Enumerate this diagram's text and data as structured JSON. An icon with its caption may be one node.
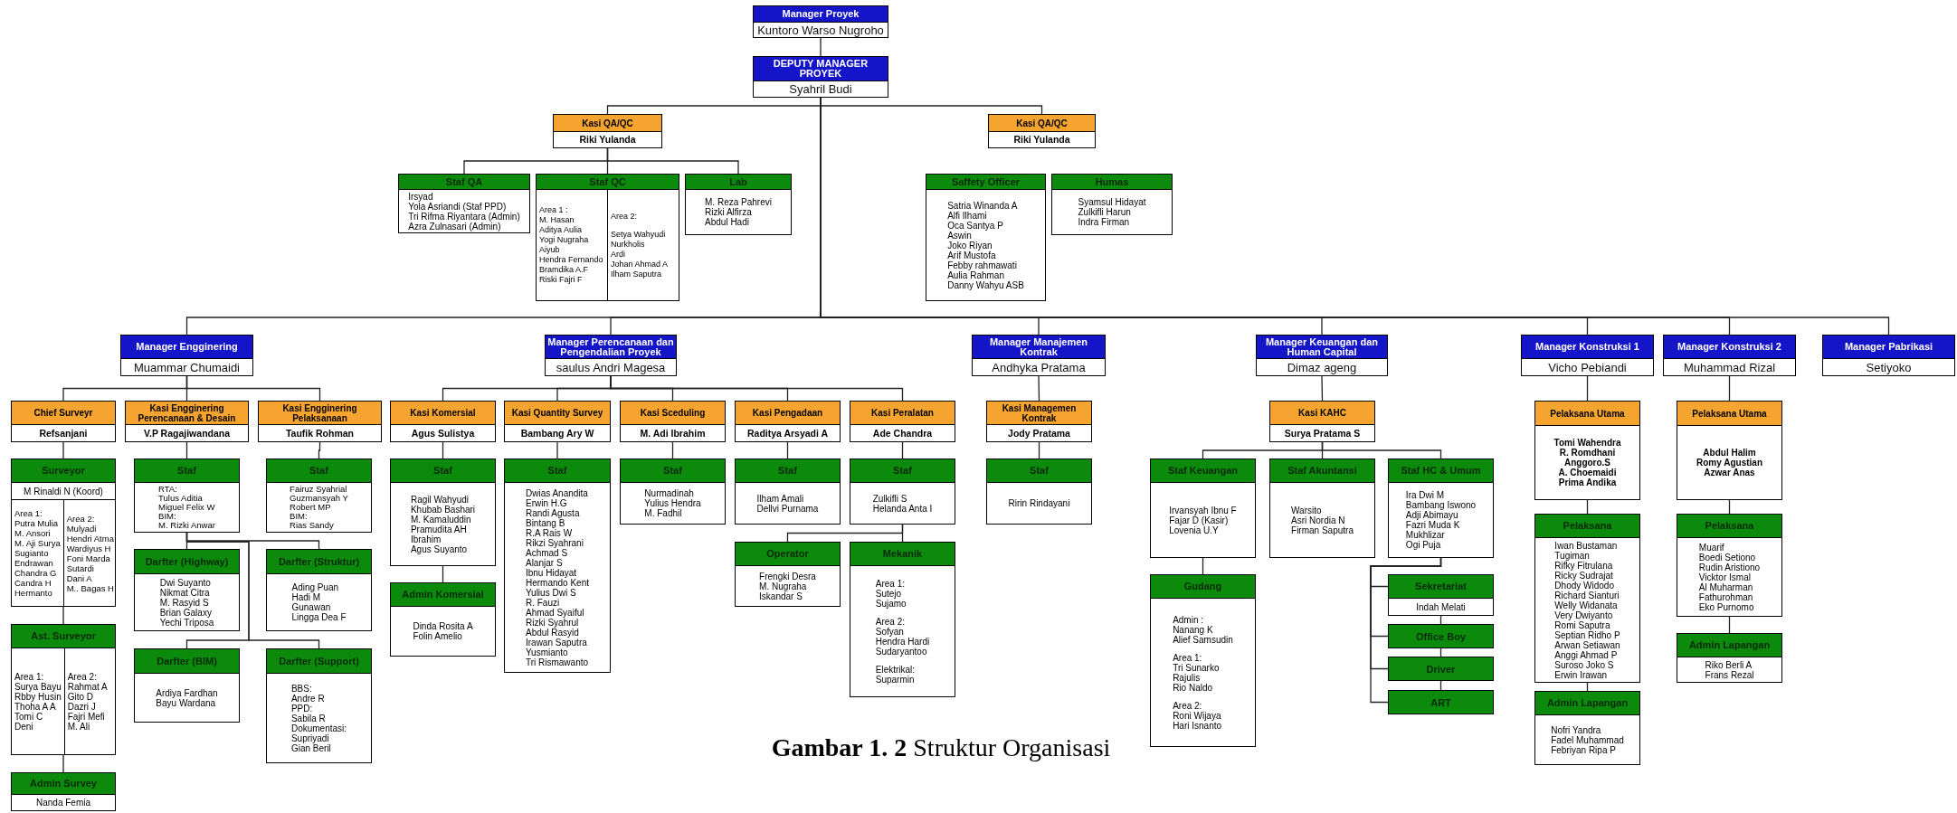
{
  "diagram": {
    "caption": "**Gambar 1. 2** Struktur Organisasi",
    "nodes": [
      {
        "text": [
          "Manager Proyek",
          "Kuntoro Warso Nugroho"
        ]
      },
      {
        "text": [
          "DEPUTY MANAGER PROYEK",
          "Syahril Budi"
        ]
      },
      {
        "text": [
          "Kasi QA/QC",
          "Riki Yulanda"
        ]
      },
      {
        "text": [
          "Kasi QA/QC",
          "Riki Yulanda"
        ]
      },
      {
        "text": [
          "Staf QA",
          "Irsyad",
          "Yola Asriandi (Staf PPD)",
          "Tri Rifma Riyantara (Admin)",
          "Azra Zulnasari (Admin)"
        ]
      },
      {
        "text": [
          "Staf QC",
          "Area 1 :",
          "M. Hasan",
          "Aditya Aulia",
          "Yogi Nugraha",
          "Aiyub",
          "Hendra Fernando",
          "Bramdika A.F",
          "Riski Fajri F",
          "Area 2:",
          "Setya Wahyudi",
          "Nurkholis",
          "Ardi",
          "Johan Ahmad A",
          "Ilham Saputra"
        ]
      },
      {
        "text": [
          "Lab",
          "M. Reza Pahrevi",
          "Rizki Alfirza",
          "Abdul Hadi"
        ]
      },
      {
        "text": [
          "Saffety Officer",
          "Satria Winanda A",
          "Alfi Ilhami",
          "Oca Santya P",
          "Aswin",
          "Joko Riyan",
          "Arif Mustofa",
          "Febby rahmawati",
          "Aulia Rahman",
          "Danny Wahyu ASB"
        ]
      },
      {
        "text": [
          "Humas",
          "Syamsul Hidayat",
          "Zulkifli Harun",
          "Indra Firman"
        ]
      },
      {
        "text": [
          "Manager Engginering",
          "Muammar Chumaidi"
        ]
      },
      {
        "text": [
          "Manager Perencanaan dan Pengendalian Proyek",
          "saulus Andri Magesa"
        ]
      },
      {
        "text": [
          "Manager Manajemen Kontrak",
          "Andhyka Pratama"
        ]
      },
      {
        "text": [
          "Manager Keuangan dan Human Capital",
          "Dimaz ageng"
        ]
      },
      {
        "text": [
          "Manager Konstruksi 1",
          "Vicho Pebiandi"
        ]
      },
      {
        "text": [
          "Manager Konstruksi 2",
          "Muhammad Rizal"
        ]
      },
      {
        "text": [
          "Manager Pabrikasi",
          "Setiyoko"
        ]
      },
      {
        "text": [
          "Chief Surveyr",
          "Refsanjani"
        ]
      },
      {
        "text": [
          "Kasi Engginering Perencanaan & Desain",
          "V.P Ragajiwandana"
        ]
      },
      {
        "text": [
          "Kasi Engginering Pelaksanaan",
          "Taufik Rohman"
        ]
      },
      {
        "text": [
          "Kasi Komersial",
          "Agus Sulistya"
        ]
      },
      {
        "text": [
          "Kasi Quantity Survey",
          "Bambang Ary W"
        ]
      },
      {
        "text": [
          "Kasi Sceduling",
          "M. Adi Ibrahim"
        ]
      },
      {
        "text": [
          "Kasi Pengadaan",
          "Raditya Arsyadi A"
        ]
      },
      {
        "text": [
          "Kasi Peralatan",
          "Ade Chandra"
        ]
      },
      {
        "text": [
          "Kasi Managemen Kontrak",
          "Jody Pratama"
        ]
      },
      {
        "text": [
          "Kasi KAHC",
          "Surya Pratama S"
        ]
      },
      {
        "text": [
          "Pelaksana Utama",
          "Tomi Wahendra",
          "R. Romdhani",
          "Anggoro.S",
          "A. Choemaidi",
          "Prima Andika"
        ]
      },
      {
        "text": [
          "Pelaksana Utama",
          "Abdul Halim",
          "Romy Agustian",
          "Azwar Anas"
        ]
      },
      {
        "text": [
          "Surveyor",
          "M Rinaldi N (Koord)",
          "Area 1:",
          "Putra Mulia",
          "M. Ansori",
          "M. Aji Surya",
          "Sugianto",
          "Endrawan",
          "Chandra G",
          "Candra H",
          "Hermanto",
          "Area 2:",
          "Mulyadi",
          "Hendri Atma",
          "Wardiyus H",
          "Foni Marda",
          "Sutardi",
          "Dani A",
          "M.. Bagas H"
        ]
      },
      {
        "text": [
          "Staf",
          "RTA:",
          "Tulus Aditia",
          "Miguel Felix W",
          "BIM:",
          "M. Rizki Anwar"
        ]
      },
      {
        "text": [
          "Staf",
          "Fairuz Syahrial",
          "Guzmansyah Y",
          "Robert MP",
          "BIM:",
          "Rias Sandy"
        ]
      },
      {
        "text": [
          "Staf",
          "Ragil Wahyudi",
          "Khubab Bashari",
          "M. Kamaluddin",
          "Pramudita AH",
          "Ibrahim",
          "Agus Suyanto"
        ]
      },
      {
        "text": [
          "Staf",
          "Dwias Anandita",
          "Erwin H.G",
          "Randi Agusta",
          "Bintang B",
          "R.A Rais W",
          "Rikzi Syahrani",
          "Achmad S",
          "Alanjar S",
          "Ibnu Hidayat",
          "Hermando Kent",
          "Yulius Dwi S",
          "R. Fauzi",
          "Ahmad Syaiful",
          "Rizki Syahrul",
          "Abdul Rasyid",
          "Irawan Saputra",
          "Yusmianto",
          "Tri Rismawanto"
        ]
      },
      {
        "text": [
          "Staf",
          "Nurmadinah",
          "Yulius Hendra",
          "M. Fadhil"
        ]
      },
      {
        "text": [
          "Staf",
          "Ilham Amali",
          "Dellvi Purnama"
        ]
      },
      {
        "text": [
          "Staf",
          "Zulkifli S",
          "Helanda Anta I"
        ]
      },
      {
        "text": [
          "Staf",
          "Ririn Rindayani"
        ]
      },
      {
        "text": [
          "Staf Keuangan",
          "Irvansyah Ibnu F",
          "Fajar D (Kasir)",
          "Lovenia U.Y"
        ]
      },
      {
        "text": [
          "Staf Akuntansi",
          "Warsito",
          "Asri Nordia N",
          "Firman Saputra"
        ]
      },
      {
        "text": [
          "Staf HC & Umum",
          "Ira Dwi M",
          "Bambang Iswono",
          "Adji Abimayu",
          "Fazri Muda K",
          "Mukhlizar",
          "Ogi Puja"
        ]
      },
      {
        "text": [
          "Pelaksana",
          "Iwan Bustaman",
          "Tugiman",
          "Rifky Fitrulana",
          "Ricky Sudrajat",
          "Dhody Widodo",
          "Richard Sianturi",
          "Welly Widanata",
          "Very Dwiyanto",
          "Romi Saputra",
          "Septian Ridho P",
          "Arwan Setiawan",
          "Anggi Ahmad P",
          "Suroso Joko S",
          "Erwin Irawan"
        ]
      },
      {
        "text": [
          "Pelaksana",
          "Muarif",
          "Boedi Setiono",
          "Rudin Aristiono",
          "Vicktor Ismal",
          "Al Muharman",
          "Fathurohman",
          "Eko Purnomo"
        ]
      },
      {
        "text": [
          "Darfter (Highway)",
          "Dwi Suyanto",
          "Nikmat Citra",
          "M. Rasyid S",
          "Brian Galaxy",
          "Yechi Triposa"
        ]
      },
      {
        "text": [
          "Darfter (Struktur)",
          "Ading Puan",
          "Hadi M",
          "Gunawan",
          "Lingga Dea F"
        ]
      },
      {
        "text": [
          "Admin Komersial",
          "Dinda Rosita A",
          "Folin Amelio"
        ]
      },
      {
        "text": [
          "Operator",
          "Frengki Desra",
          "M. Nugraha",
          "Iskandar S"
        ]
      },
      {
        "text": [
          "Mekanik",
          "Area 1:",
          "Sutejo",
          "Sujamo",
          "Area 2:",
          "Sofyan",
          "Hendra Hardi",
          "Sudaryantoo",
          "Elektrikal:",
          "Suparmin"
        ]
      },
      {
        "text": [
          "Gudang",
          "Admin :",
          "Nanang K",
          "Alief Samsudin",
          "Area 1:",
          "Tri Sunarko",
          "Rajulis",
          "Rio Naldo",
          "Area 2:",
          "Roni Wijaya",
          "Hari Isnanto"
        ]
      },
      {
        "text": [
          "Sekretariat",
          "Indah Melati"
        ]
      },
      {
        "text": [
          "Ast. Surveyor",
          "Area 1:",
          "Surya Bayu",
          "Rbby Husin",
          "Thoha A A",
          "Tomi C",
          "Deni",
          "Area 2:",
          "Rahmat A",
          "Gito D",
          "Dazri J",
          "Fajri Mefi",
          "M. Ali"
        ]
      },
      {
        "text": [
          "Office Boy"
        ]
      },
      {
        "text": [
          "Driver"
        ]
      },
      {
        "text": [
          "ART"
        ]
      },
      {
        "text": [
          "Darfter (BIM)",
          "Ardiya Fardhan",
          "Bayu Wardana"
        ]
      },
      {
        "text": [
          "Darfter (Support)",
          "BBS:",
          "Andre R",
          "PPD:",
          "Sabila R",
          "Dokumentasi:",
          "Supriyadi",
          "Gian Beril"
        ]
      },
      {
        "text": [
          "Admin Lapangan",
          "Nofri Yandra",
          "Fadel Muhammad",
          "Febriyan Ripa P"
        ]
      },
      {
        "text": [
          "Admin Lapangan",
          "Riko Berli A",
          "Frans Rezal"
        ]
      },
      {
        "text": [
          "Admin Survey",
          "Nanda Femia"
        ]
      }
    ],
    "edges": [
      {
        "from": 0,
        "to": 1,
        "arrow": "none"
      },
      {
        "from": 1,
        "to": 2,
        "arrow": "none"
      },
      {
        "from": 1,
        "to": 3,
        "arrow": "none"
      },
      {
        "from": 2,
        "to": 4,
        "arrow": "none"
      },
      {
        "from": 2,
        "to": 5,
        "arrow": "none"
      },
      {
        "from": 2,
        "to": 6,
        "arrow": "none"
      },
      {
        "from": 1,
        "to": 9,
        "arrow": "none"
      },
      {
        "from": 1,
        "to": 10,
        "arrow": "none"
      },
      {
        "from": 1,
        "to": 11,
        "arrow": "none"
      },
      {
        "from": 1,
        "to": 12,
        "arrow": "none"
      },
      {
        "from": 1,
        "to": 13,
        "arrow": "none"
      },
      {
        "from": 1,
        "to": 14,
        "arrow": "none"
      },
      {
        "from": 1,
        "to": 15,
        "arrow": "none"
      },
      {
        "from": 9,
        "to": 16,
        "arrow": "none"
      },
      {
        "from": 9,
        "to": 17,
        "arrow": "none"
      },
      {
        "from": 9,
        "to": 18,
        "arrow": "none"
      },
      {
        "from": 10,
        "to": 19,
        "arrow": "none"
      },
      {
        "from": 10,
        "to": 20,
        "arrow": "none"
      },
      {
        "from": 10,
        "to": 21,
        "arrow": "none"
      },
      {
        "from": 10,
        "to": 22,
        "arrow": "none"
      },
      {
        "from": 10,
        "to": 23,
        "arrow": "none"
      },
      {
        "from": 11,
        "to": 24,
        "arrow": "none"
      },
      {
        "from": 12,
        "to": 25,
        "arrow": "none"
      },
      {
        "from": 13,
        "to": 26,
        "arrow": "none"
      },
      {
        "from": 14,
        "to": 27,
        "arrow": "none"
      },
      {
        "from": 16,
        "to": 28,
        "arrow": "none"
      },
      {
        "from": 17,
        "to": 29,
        "arrow": "none"
      },
      {
        "from": 18,
        "to": 30,
        "arrow": "none"
      },
      {
        "from": 19,
        "to": 31,
        "arrow": "none"
      },
      {
        "from": 20,
        "to": 32,
        "arrow": "none"
      },
      {
        "from": 21,
        "to": 33,
        "arrow": "none"
      },
      {
        "from": 22,
        "to": 34,
        "arrow": "none"
      },
      {
        "from": 23,
        "to": 35,
        "arrow": "none"
      },
      {
        "from": 24,
        "to": 36,
        "arrow": "none"
      },
      {
        "from": 25,
        "to": 37,
        "arrow": "none"
      },
      {
        "from": 25,
        "to": 38,
        "arrow": "none"
      },
      {
        "from": 25,
        "to": 39,
        "arrow": "none"
      },
      {
        "from": 26,
        "to": 40,
        "arrow": "none"
      },
      {
        "from": 27,
        "to": 41,
        "arrow": "none"
      },
      {
        "from": 29,
        "to": 42,
        "arrow": "none"
      },
      {
        "from": 29,
        "to": 43,
        "arrow": "none"
      },
      {
        "from": 29,
        "to": 53,
        "arrow": "none"
      },
      {
        "from": 29,
        "to": 54,
        "arrow": "none"
      },
      {
        "from": 31,
        "to": 44,
        "arrow": "none"
      },
      {
        "from": 35,
        "to": 45,
        "arrow": "none"
      },
      {
        "from": 35,
        "to": 46,
        "arrow": "none"
      },
      {
        "from": 37,
        "to": 47,
        "arrow": "none"
      },
      {
        "from": 39,
        "to": 48,
        "arrow": "none"
      },
      {
        "from": 39,
        "to": 50,
        "arrow": "none"
      },
      {
        "from": 39,
        "to": 51,
        "arrow": "none"
      },
      {
        "from": 39,
        "to": 52,
        "arrow": "none"
      },
      {
        "from": 48,
        "to": 50,
        "arrow": "none"
      },
      {
        "from": 50,
        "to": 51,
        "arrow": "none"
      },
      {
        "from": 51,
        "to": 52,
        "arrow": "none"
      },
      {
        "from": 28,
        "to": 49,
        "arrow": "none"
      },
      {
        "from": 49,
        "to": 57,
        "arrow": "none"
      },
      {
        "from": 40,
        "to": 55,
        "arrow": "none"
      },
      {
        "from": 41,
        "to": 56,
        "arrow": "none"
      }
    ]
  }
}
